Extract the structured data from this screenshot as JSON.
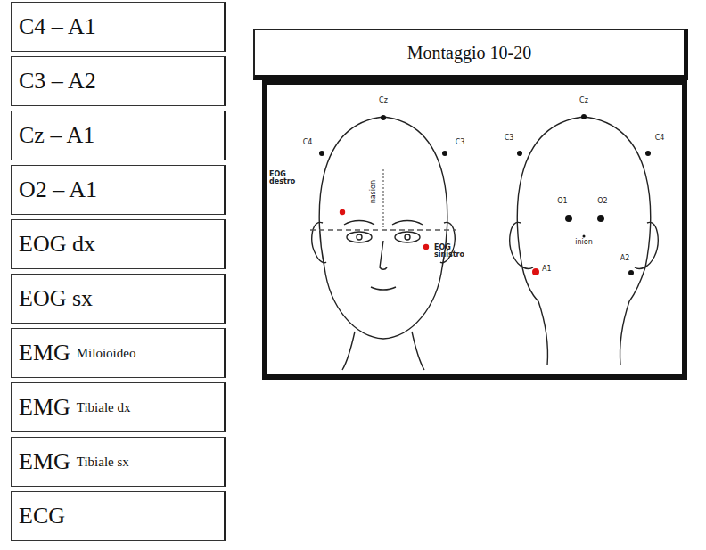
{
  "diagram": {
    "nodes": [
      {
        "text": [
          "C4 – A1"
        ]
      },
      {
        "text": [
          "C3 – A2"
        ]
      },
      {
        "text": [
          "Cz – A1"
        ]
      },
      {
        "text": [
          "O2 – A1"
        ]
      },
      {
        "text": [
          "EOG dx"
        ]
      },
      {
        "text": [
          "EOG sx"
        ]
      },
      {
        "text": [
          "EMG",
          "Miloioideo"
        ]
      },
      {
        "text": [
          "EMG",
          "Tibiale dx"
        ]
      },
      {
        "text": [
          "EMG",
          "Tibiale sx"
        ]
      },
      {
        "text": [
          "ECG"
        ]
      },
      {
        "text": [
          "Montaggio 10-20"
        ]
      }
    ],
    "labels": [
      "Cz",
      "C4",
      "C3",
      "EOG destro",
      "nasion",
      "EOG sinistro",
      "Cz",
      "C3",
      "C4",
      "O1",
      "O2",
      "inion",
      "A1",
      "A2"
    ]
  }
}
